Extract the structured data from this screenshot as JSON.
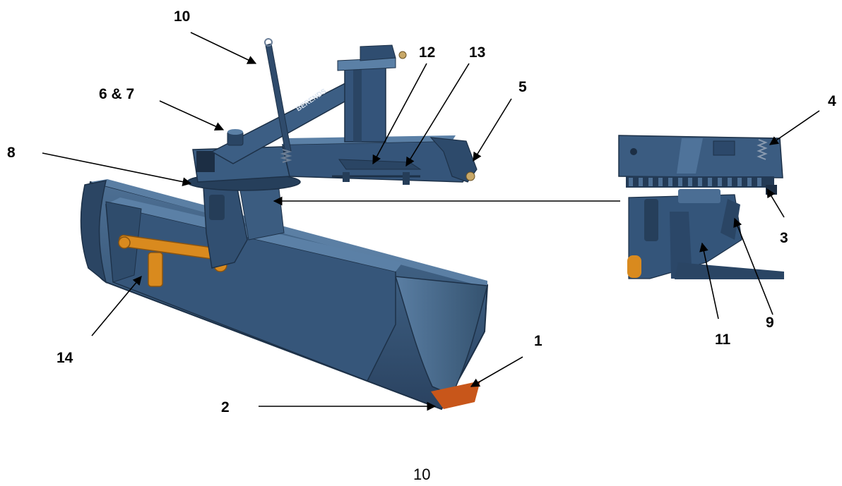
{
  "diagram": {
    "callouts": [
      {
        "id": "c1",
        "label": "1"
      },
      {
        "id": "c2",
        "label": "2"
      },
      {
        "id": "c3",
        "label": "3"
      },
      {
        "id": "c4",
        "label": "4"
      },
      {
        "id": "c5",
        "label": "5"
      },
      {
        "id": "c6",
        "label": "6 & 7"
      },
      {
        "id": "c8",
        "label": "8"
      },
      {
        "id": "c9",
        "label": "9"
      },
      {
        "id": "c10",
        "label": "10"
      },
      {
        "id": "c11",
        "label": "11"
      },
      {
        "id": "c12",
        "label": "12"
      },
      {
        "id": "c13",
        "label": "13"
      },
      {
        "id": "c14",
        "label": "14"
      }
    ],
    "brand_decal": "BERENDS"
  },
  "page_number": "10",
  "colors": {
    "steel_blue": "#3a5a7c",
    "steel_dark": "#243a52",
    "steel_light": "#5a7ea3",
    "cylinder_orange": "#d98a1e",
    "cutting_edge_orange": "#c8561a"
  }
}
